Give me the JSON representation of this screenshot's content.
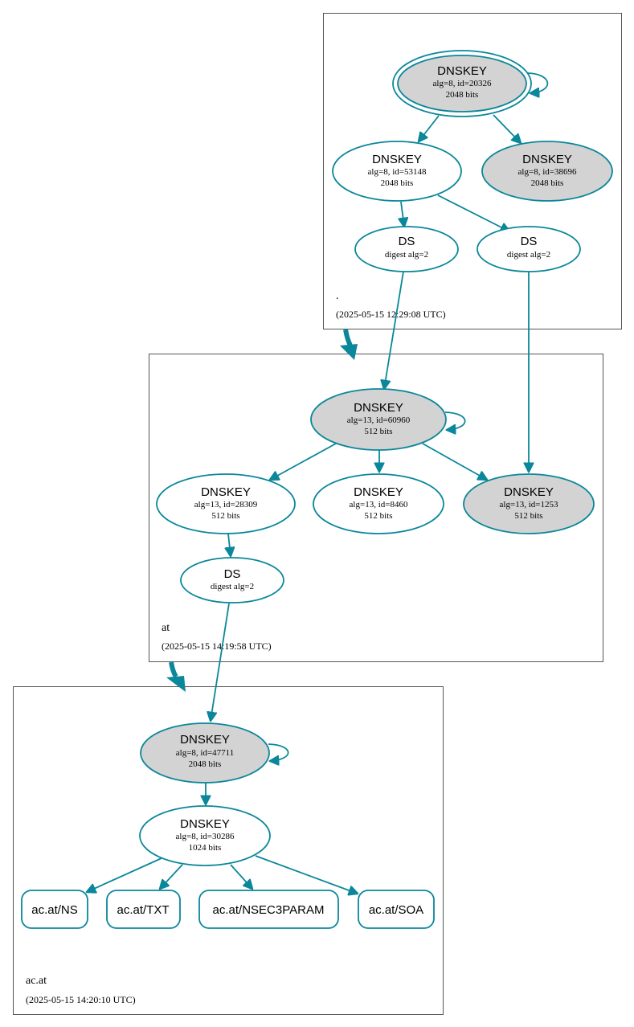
{
  "zones": {
    "root": {
      "name": ".",
      "timestamp": "(2025-05-15 12:29:08 UTC)"
    },
    "at": {
      "name": "at",
      "timestamp": "(2025-05-15 14:19:58 UTC)"
    },
    "acat": {
      "name": "ac.at",
      "timestamp": "(2025-05-15 14:20:10 UTC)"
    }
  },
  "nodes": {
    "root_ksk": {
      "title": "DNSKEY",
      "line1": "alg=8, id=20326",
      "line2": "2048 bits"
    },
    "root_zsk": {
      "title": "DNSKEY",
      "line1": "alg=8, id=53148",
      "line2": "2048 bits"
    },
    "root_key3": {
      "title": "DNSKEY",
      "line1": "alg=8, id=38696",
      "line2": "2048 bits"
    },
    "root_ds1": {
      "title": "DS",
      "line1": "digest alg=2"
    },
    "root_ds2": {
      "title": "DS",
      "line1": "digest alg=2"
    },
    "at_ksk": {
      "title": "DNSKEY",
      "line1": "alg=13, id=60960",
      "line2": "512 bits"
    },
    "at_zsk1": {
      "title": "DNSKEY",
      "line1": "alg=13, id=28309",
      "line2": "512 bits"
    },
    "at_zsk2": {
      "title": "DNSKEY",
      "line1": "alg=13, id=8460",
      "line2": "512 bits"
    },
    "at_key3": {
      "title": "DNSKEY",
      "line1": "alg=13, id=1253",
      "line2": "512 bits"
    },
    "at_ds": {
      "title": "DS",
      "line1": "digest alg=2"
    },
    "acat_ksk": {
      "title": "DNSKEY",
      "line1": "alg=8, id=47711",
      "line2": "2048 bits"
    },
    "acat_zsk": {
      "title": "DNSKEY",
      "line1": "alg=8, id=30286",
      "line2": "1024 bits"
    }
  },
  "records": {
    "ns": "ac.at/NS",
    "txt": "ac.at/TXT",
    "nsec3param": "ac.at/NSEC3PARAM",
    "soa": "ac.at/SOA"
  },
  "colors": {
    "edge": "#0a879a",
    "key_fill": "#d3d3d3",
    "node_fill": "#ffffff"
  }
}
